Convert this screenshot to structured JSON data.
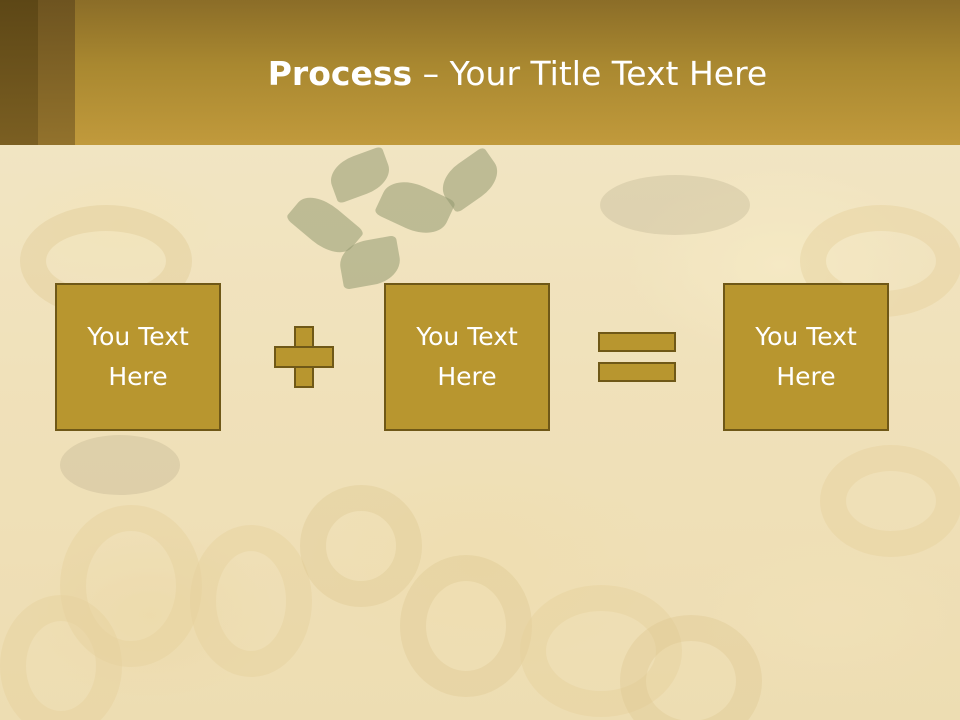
{
  "title": {
    "bold": "Process",
    "dash": " – ",
    "rest": "Your Title Text Here"
  },
  "boxes": [
    {
      "label": "You Text\nHere"
    },
    {
      "label": "You Text\nHere"
    },
    {
      "label": "You Text\nHere"
    }
  ],
  "operators": {
    "first": "plus",
    "second": "equals"
  },
  "colors": {
    "header": "#b08f33",
    "box_fill": "#b8962f",
    "box_border": "#6f5817",
    "text": "#ffffff"
  }
}
